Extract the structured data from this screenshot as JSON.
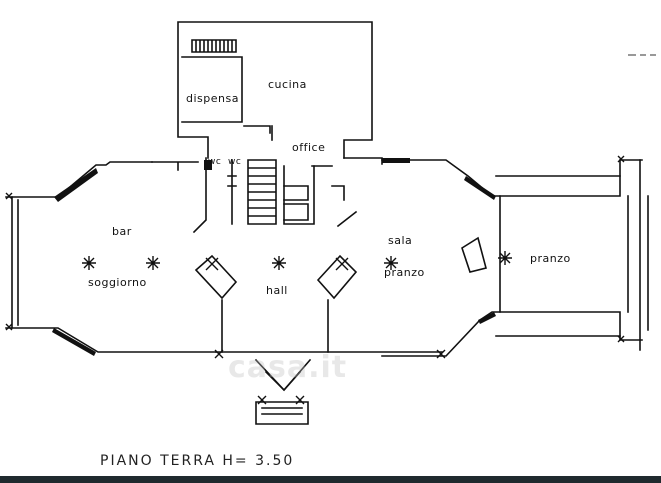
{
  "floor_plan": {
    "rooms": {
      "dispensa": "dispensa",
      "cucina": "cucina",
      "office": "office",
      "wc": "wc",
      "wc2": "wc",
      "bar": "bar",
      "soggiorno": "soggiorno",
      "hall": "hall",
      "sala": "sala",
      "pranzo_sala": "pranzo",
      "pranzo": "pranzo"
    },
    "caption": "PIANO  TERRA    H= 3.50",
    "watermark": "casa.it"
  }
}
